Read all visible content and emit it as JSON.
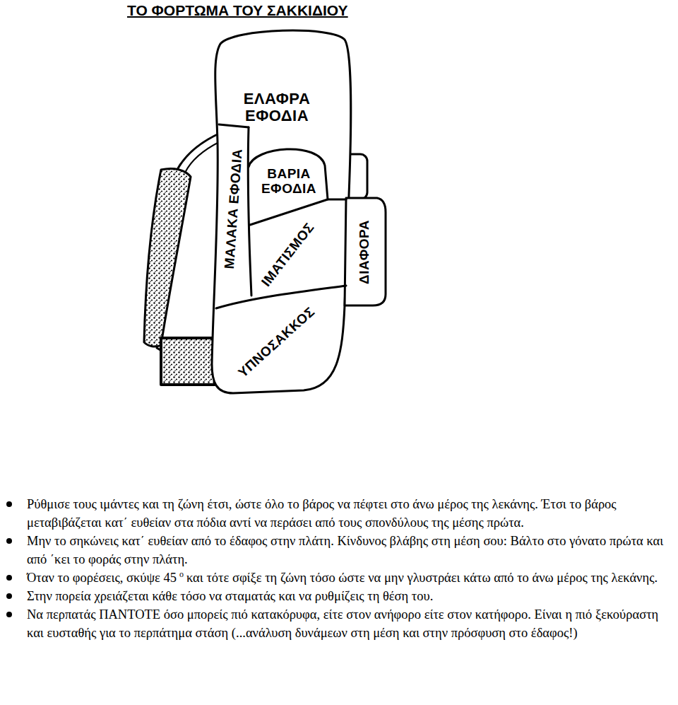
{
  "diagram": {
    "title": "ΤΟ ΦΟΡΤΩΜΑ ΤΟΥ ΣΑΚΚΙΔΙΟΥ",
    "nodes": [
      {
        "text": [
          "ΕΛΑΦΡΑ ΕΦΟΔΙΑ"
        ]
      },
      {
        "text": [
          "ΜΑΛΑΚΑ ΕΦΟΔΙΑ"
        ]
      },
      {
        "text": [
          "ΒΑΡΙΑ ΕΦΟΔΙΑ"
        ]
      },
      {
        "text": [
          "ΙΜΑΤΙΣΜΟΣ"
        ]
      },
      {
        "text": [
          "ΔΙΑΦΟΡΑ"
        ]
      },
      {
        "text": [
          "ΥΠΝΟΣΑΚΚΟΣ"
        ]
      }
    ],
    "labels": [
      "Ρύθμισε τους ιμάντες και τη ζώνη έτσι, ώστε όλο το βάρος να πέφτει στο άνω μέρος της λεκάνης. Έτσι το βάρος μεταβιβάζεται κατ΄ ευθείαν στα πόδια αντί να περάσει από τους σπονδύλους της μέσης πρώτα.",
      "Μην το σηκώνεις κατ΄ ευθείαν από το έδαφος στην πλάτη. Κίνδυνος βλάβης στη μέση σου: Βάλτο στο γόνατο πρώτα και από ΄κει το φοράς στην πλάτη.",
      "Όταν το φορέσεις, σκύψε 45",
      "ο",
      "και τότε σφίξε τη ζώνη τόσο ώστε να μην γλυστράει κάτω από το άνω μέρος της λεκάνης.",
      "Στην πορεία χρειάζεται κάθε τόσο να σταματάς και να ρυθμίζεις τη θέση του.",
      "Να περπατάς ΠΑΝΤΟΤΕ όσο μπορείς πιό κατακόρυφα, είτε στον ανήφορο είτε στον κατήφορο. Είναι η πιό ξεκούραστη και ευσταθής για το περπάτημα στάση (...ανάλυση δυνάμεων στη μέση και στην πρόσφυση στο έδαφος!)"
    ]
  }
}
